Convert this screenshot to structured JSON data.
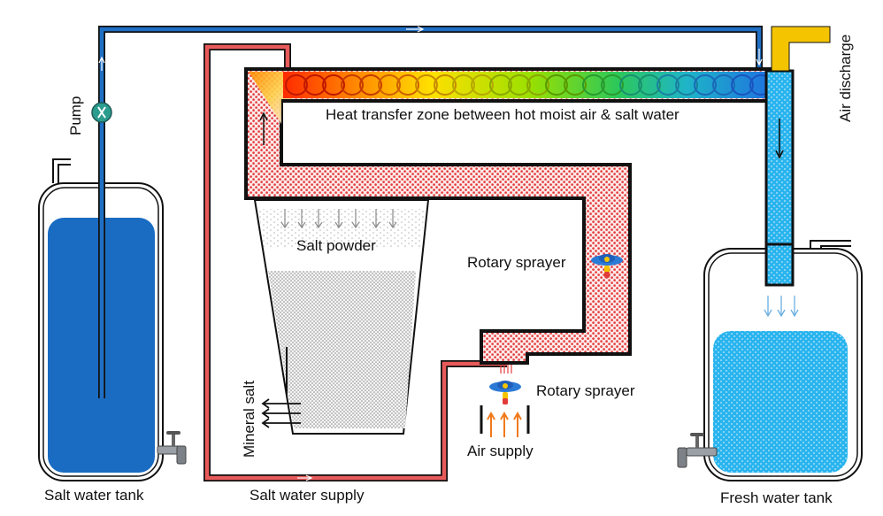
{
  "labels": {
    "heat_transfer_zone": "Heat transfer zone between hot moist air & salt water",
    "salt_powder": "Salt powder",
    "rotary_sprayer_upper": "Rotary sprayer",
    "rotary_sprayer_lower": "Rotary sprayer",
    "mineral_salt": "Mineral salt",
    "air_supply": "Air supply",
    "salt_water_supply": "Salt water supply",
    "salt_water_tank": "Salt water tank",
    "fresh_water_tank": "Fresh water tank",
    "pump": "Pump",
    "air_discharge": "Air discharge"
  },
  "colors": {
    "salt_water_pipe": "#1f6fc4",
    "salt_water_tank_fill": "#1a6cc2",
    "fresh_water_fill": "#2bb6ee",
    "supply_pipe": "#e85a5a",
    "moist_air_region": "#fbe3e3",
    "moist_air_dots": "#e23b3b",
    "air_discharge_duct": "#f5c400",
    "pump": "#2a9d8f",
    "air_supply_arrows": "#f07a1a"
  },
  "icons": {
    "pump": "pump-icon",
    "sprayer": "rotary-sprayer-icon",
    "faucet": "faucet-icon"
  }
}
